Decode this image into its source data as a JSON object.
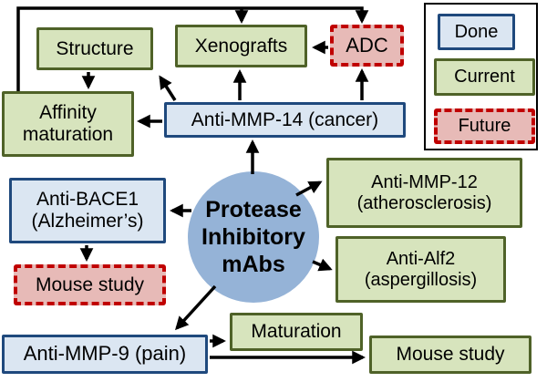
{
  "center_node": {
    "line1": "Protease",
    "line2": "Inhibitory",
    "line3": "mAbs",
    "status": "done"
  },
  "nodes": {
    "structure": {
      "label": "Structure",
      "status": "current"
    },
    "xenografts": {
      "label": "Xenografts",
      "status": "current"
    },
    "adc": {
      "label": "ADC",
      "status": "future"
    },
    "affinity": {
      "line1": "Affinity",
      "line2": "maturation",
      "status": "current"
    },
    "mmp14": {
      "label": "Anti-MMP-14 (cancer)",
      "status": "done"
    },
    "bace1": {
      "line1": "Anti-BACE1",
      "line2": "(Alzheimer’s)",
      "status": "done"
    },
    "mouse_study_future": {
      "label": "Mouse study",
      "status": "future"
    },
    "mmp12": {
      "line1": "Anti-MMP-12",
      "line2": "(atherosclerosis)",
      "status": "current"
    },
    "alf2": {
      "line1": "Anti-Alf2",
      "line2": "(aspergillosis)",
      "status": "current"
    },
    "mmp9": {
      "label": "Anti-MMP-9 (pain)",
      "status": "done"
    },
    "maturation": {
      "label": "Maturation",
      "status": "current"
    },
    "mouse_study_current": {
      "label": "Mouse study",
      "status": "current"
    }
  },
  "legend": {
    "items": [
      {
        "label": "Done",
        "status": "done"
      },
      {
        "label": "Current",
        "status": "current"
      },
      {
        "label": "Future",
        "status": "future"
      }
    ]
  },
  "edges": [
    {
      "from": "affinity-maturation",
      "to": "xenografts"
    },
    {
      "from": "affinity-maturation",
      "to": "adc"
    },
    {
      "from": "structure",
      "to": "affinity-maturation"
    },
    {
      "from": "anti-mmp-14",
      "to": "structure"
    },
    {
      "from": "anti-mmp-14",
      "to": "xenografts"
    },
    {
      "from": "anti-mmp-14",
      "to": "adc"
    },
    {
      "from": "anti-mmp-14",
      "to": "affinity-maturation"
    },
    {
      "from": "adc",
      "to": "xenografts"
    },
    {
      "from": "protease-inhibitory-mabs",
      "to": "anti-mmp-14"
    },
    {
      "from": "protease-inhibitory-mabs",
      "to": "anti-bace1"
    },
    {
      "from": "protease-inhibitory-mabs",
      "to": "anti-mmp-12"
    },
    {
      "from": "protease-inhibitory-mabs",
      "to": "anti-alf2"
    },
    {
      "from": "protease-inhibitory-mabs",
      "to": "anti-mmp-9"
    },
    {
      "from": "anti-bace1",
      "to": "mouse-study-future"
    },
    {
      "from": "anti-mmp-9",
      "to": "maturation"
    },
    {
      "from": "anti-mmp-9",
      "to": "mouse-study-current"
    }
  ],
  "colors": {
    "done_fill": "#dbe6f2",
    "done_border": "#1f497d",
    "current_fill": "#d7e4bd",
    "current_border": "#4f6228",
    "future_fill": "#e7bab7",
    "future_border": "#c00000",
    "center_fill": "#95b3d7",
    "arrow": "#000000",
    "legend_border": "#000000"
  }
}
